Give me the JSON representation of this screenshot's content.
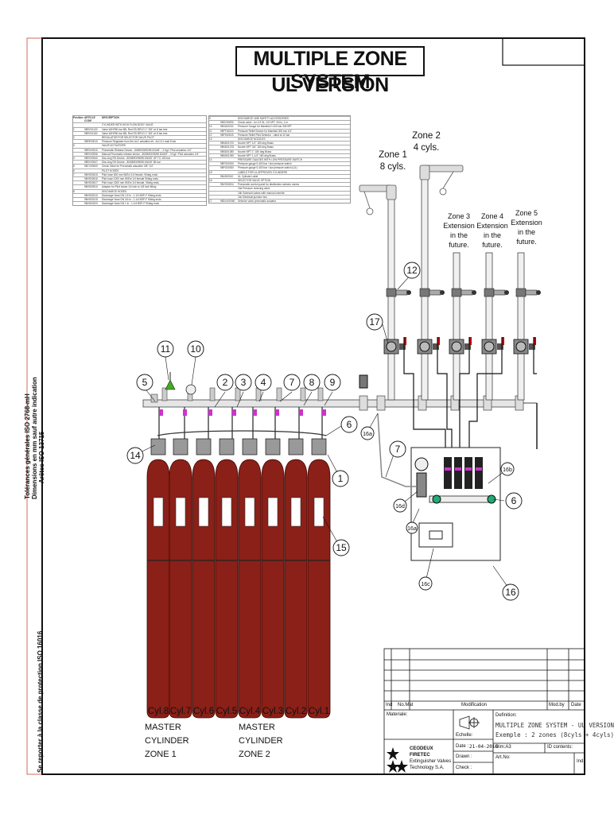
{
  "title": {
    "line1": "MULTIPLE ZONE SYSTEM",
    "line2": "UL VERSION"
  },
  "left_margin_text": {
    "tolerances": "Tolérances générales ISO 2768-mH",
    "dimensions": "Dimensions en mm sauf autre indication",
    "roughness": "Arêtes ISO 13715",
    "protection": "Se reporter à la classe de protection ISO 16016"
  },
  "parts_table_left": {
    "headers": [
      "Position",
      "ARTICLE CODE",
      "DESCRIPTION"
    ],
    "rows": [
      [
        "",
        "",
        "CYLINDER WITH HIGH FLOW BODY VALVE"
      ],
      [
        "1",
        "98RV01120",
        "Valve W/HF80 bar 85L Red SS-REVO 1\" 3/8\" w/ 8 bar test"
      ],
      [
        "",
        "98RV01150",
        "Valve W/HF80 bar 85L Red SS-REVO 1\" 3/8\" w/ 8 bar test"
      ],
      [
        "2",
        "",
        "REGULATOR FOR SELECTOR VALVE PILOT"
      ],
      [
        "",
        "98RE00010",
        "Pressure Regulator from the ALC actuation kit - ALC/L1 dual 8 bar"
      ],
      [
        "3",
        "",
        "VALVE ACTUATORS"
      ],
      [
        "",
        "98RV00910",
        "Pneumatic Release Device - 80/85/93/95/98 DN3/8\" - 3 Kgf / Pilot actuation 1/4\""
      ],
      [
        "",
        "98RV00936",
        "Manual Pneumatic release device - 80/85/93/95/98 DN3/8\" - 3 Kgf / Pilot actuation 1/4\""
      ],
      [
        "4",
        "98RV00940",
        "Disc Ang RH Device - 80/85/93/95/98 DN3/8\" UP TO 150 bar"
      ],
      [
        "",
        "98RV00947",
        "Disc Ang RH Device - 80/85/93/95/98 DN3/8\" 85 bar"
      ],
      [
        "5",
        "98CV00940",
        "Check Valve for Pneumatic actuation 3/8\" 1/4\""
      ],
      [
        "6",
        "",
        "PILOT HOSES"
      ],
      [
        "7",
        "98HS00515",
        "Pilot hose 600 mm W/Ext 1/4 female, 90deg ends"
      ],
      [
        "",
        "98HS00516",
        "Pilot hose 1000 mm W/Ext 1/4 female 90deg ends"
      ],
      [
        "",
        "98HS00517",
        "Pilot hose 1500 mm W/Ext 1/4 female, 90deg ends"
      ],
      [
        "",
        "98HS00910",
        "Adaptor for Pilot hoses 1/4 inch to 1/8 inch fitting"
      ],
      [
        "8",
        "",
        "DISCHARGE HOSES"
      ],
      [
        "",
        "98HS00210",
        "Discharge Hose DN 1/2 in - 1.1/4 BSP-F 90deg ends"
      ],
      [
        "",
        "98HS00215",
        "Discharge Hose DN 3/4 in - 1.1/4 BSP-F 90deg ends"
      ],
      [
        "",
        "98HS00220",
        "Discharge Hose DN 1 in - 1.1/4 BSP-F 90deg ends"
      ]
    ]
  },
  "parts_table_right": {
    "rows": [
      [
        "9",
        "",
        "DISCHARGE LINE SAFETY ACCESSORIES"
      ],
      [
        "",
        "98SV00090",
        "Check valve - for 1/2 IN, 1/2 NPT, 3/4 in, 1 in"
      ],
      [
        "10",
        "98GA00211",
        "Pressure Gauge for Manifold 0-200 bar 3/8 NPT"
      ],
      [
        "11",
        "98PT00020",
        "Pressure Relief Device for Manifold 300 bar 1/4\""
      ],
      [
        "12",
        "98PS00040",
        "Pressure Relief Pilot Detector - rated at 10 bar"
      ],
      [
        "13",
        "",
        "DISCHARGE NOZZLES"
      ],
      [
        "",
        "98ND01070",
        "Nozzle NPT 1/2\" 180 deg Brass"
      ],
      [
        "",
        "98ND01075",
        "Nozzle NPT 3/4\" 180 deg Brass"
      ],
      [
        "",
        "98ND01080",
        "Nozzle NPT 1\" 180 deg Brass"
      ],
      [
        "",
        "98ND01090",
        "Nozzle NPT 1-1/4\" 180 deg Brass"
      ],
      [
        "14",
        "",
        "PRESSURE GAUGES WITH LOW PRESSURE SWITCH"
      ],
      [
        "",
        "98PG00910",
        "Pressure gauge 0-400 bar / low pressure switch"
      ],
      [
        "",
        "98PG00920",
        "Pressure gauge 0-400 bar / low pressure switch (UL)"
      ],
      [
        "15",
        "",
        "LABELS FOR UL APPROVED CYLINDERS"
      ],
      [
        "",
        "98LB00010",
        "UL Cylinder Label"
      ],
      [
        "16",
        "",
        "SELECTOR VALVE OPTION"
      ],
      [
        "",
        "98VS00004",
        "Pneumatic control panel for distribution selector valves"
      ],
      [
        "",
        "",
        "16a Pressure reducing valve"
      ],
      [
        "",
        "",
        "16b Solenoid valves with manual override"
      ],
      [
        "",
        "",
        "16c Electrical junction box"
      ],
      [
        "17",
        "98DLV00060",
        "Selector valve pneumatic actuator"
      ]
    ]
  },
  "zones": [
    {
      "name": "Zone 1",
      "cyls": "8 cyls."
    },
    {
      "name": "Zone 2",
      "cyls": "4 cyls."
    },
    {
      "name": "Zone 3",
      "ext1": "Extension",
      "ext2": "in the future."
    },
    {
      "name": "Zone 4",
      "ext1": "Extension",
      "ext2": "in the future."
    },
    {
      "name": "Zone 5",
      "ext1": "Extension",
      "ext2": "in the future."
    }
  ],
  "cylinders": [
    "Cyl.8",
    "Cyl.7",
    "Cyl.6",
    "Cyl.5",
    "Cyl.4",
    "Cyl.3",
    "Cyl.2",
    "Cyl.1"
  ],
  "master_labels": [
    {
      "line1": "MASTER",
      "line2": "CYLINDER",
      "line3": "ZONE 1"
    },
    {
      "line1": "MASTER",
      "line2": "CYLINDER",
      "line3": "ZONE 2"
    }
  ],
  "callouts": {
    "c1": "1",
    "c2": "2",
    "c3": "3",
    "c4": "4",
    "c5": "5",
    "c6a": "6",
    "c6b": "6",
    "c7a": "7",
    "c7b": "7",
    "c8": "8",
    "c9": "9",
    "c10": "10",
    "c11": "11",
    "c12": "12",
    "c14": "14",
    "c15": "15",
    "c16": "16",
    "c17": "17",
    "c16a": "16a",
    "c16b": "16b",
    "c16c": "16c",
    "c16d": "16d",
    "c16e": "16a"
  },
  "title_block": {
    "ind": "Ind",
    "nomat": "No.Mat",
    "modification": "Modification",
    "modby": "Mod.by",
    "date_h": "Date",
    "materiale": "Materiale:",
    "definition": "Definition:",
    "def_line1": "MULTIPLE ZONE SYSTEM - UL VERSION",
    "def_line2": "Exemple : 2 zones (8cyls + 4cyls)",
    "echelle": "Echelle:",
    "company1": "CEODEUX",
    "company2": "FIRETEC",
    "company3": "Extinguisher Valves",
    "company4": "Technology S.A.",
    "date_lbl": "Date :",
    "date_val": "21-04-2010",
    "drawn": "Drawn :",
    "check": "Check :",
    "sheet": "Dim:A3",
    "id": "ID contents:",
    "artno": "Art.No:",
    "ind2": "Ind."
  }
}
